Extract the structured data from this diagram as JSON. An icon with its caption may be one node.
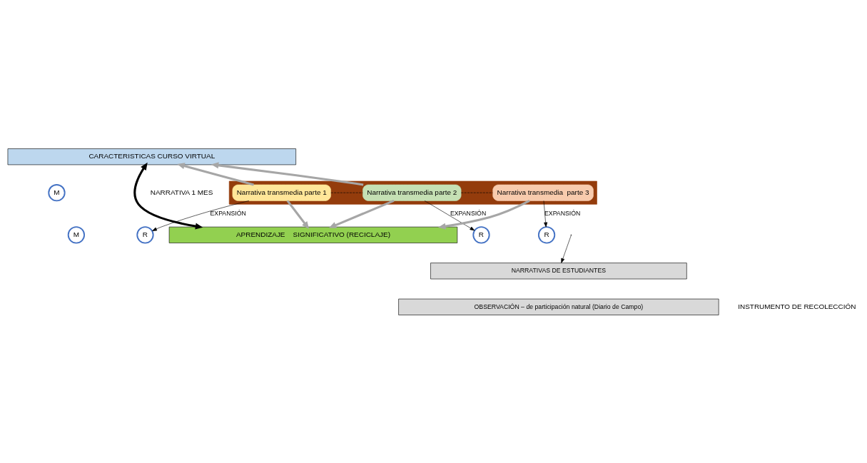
{
  "diagram": {
    "nodes": [
      {
        "text": [
          "CARACTERISTICAS CURSO VIRTUAL"
        ]
      },
      {
        "text": [],
        "shape": "arrow"
      },
      {
        "text": [
          "Narrativa transmedia parte 1"
        ],
        "in": 1
      },
      {
        "text": [
          "Narrativa transmedia parte 2"
        ],
        "in": 1
      },
      {
        "text": [
          "Narrativa transmedia  parte 3"
        ],
        "in": 1
      },
      {
        "text": [
          "M"
        ]
      },
      {
        "text": [
          "M"
        ]
      },
      {
        "text": [
          "APRENDIZAJE    SIGNIFICATIVO (RECICLAJE)"
        ]
      },
      {
        "text": [
          "R"
        ]
      },
      {
        "text": [
          "R"
        ]
      },
      {
        "text": [
          "R"
        ]
      },
      {
        "text": [
          "NARRATIVAS DE ESTUDIANTES"
        ]
      },
      {
        "text": [
          "OBSERVACIÓN – de participación natural (Diario de Campo)"
        ]
      }
    ],
    "edges": [
      {
        "from": 2,
        "to": 0,
        "arrow": "to",
        "style": "thick",
        "color": "#a6a6a6"
      },
      {
        "from": 3,
        "to": 0,
        "arrow": "to",
        "style": "thick",
        "color": "#a6a6a6"
      },
      {
        "from": 2,
        "to": 3,
        "arrow": "none",
        "style": "dashed"
      },
      {
        "from": 3,
        "to": 4,
        "arrow": "none",
        "style": "dashed"
      },
      {
        "from": 2,
        "to": 7,
        "arrow": "to",
        "style": "thick",
        "color": "#a6a6a6"
      },
      {
        "from": 3,
        "to": 7,
        "arrow": "to",
        "style": "thick",
        "color": "#a6a6a6"
      },
      {
        "from": 4,
        "to": 7,
        "arrow": "to",
        "style": "thick",
        "color": "#a6a6a6"
      },
      {
        "from": 2,
        "to": 8,
        "arrow": "to",
        "label": "EXPANSIÓN"
      },
      {
        "from": 3,
        "to": 9,
        "arrow": "to",
        "label": "EXPANSIÓN"
      },
      {
        "from": 4,
        "to": 10,
        "arrow": "to",
        "label": "EXPANSIÓN"
      },
      {
        "from": 0,
        "to": 7,
        "arrow": "both",
        "style": "thick"
      },
      {
        "from": null,
        "to": 11,
        "arrow": "to"
      }
    ],
    "labels": [
      "NARRATIVA 1 MES",
      "INSTRUMENTO DE RECOLECCIÓN"
    ]
  }
}
